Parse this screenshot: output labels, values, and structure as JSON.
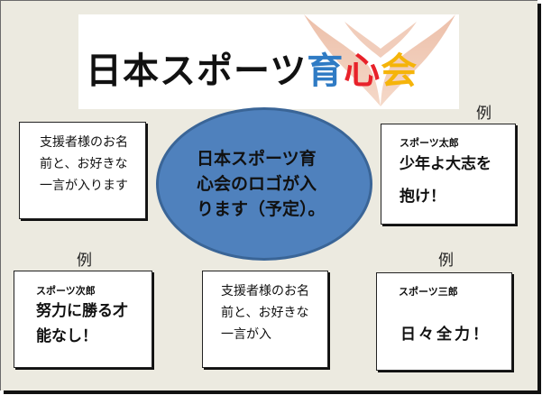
{
  "banner": {
    "title_black": "日本スポーツ",
    "title_blue": "育",
    "title_red": "心",
    "title_yellow": "会",
    "colors": {
      "blue": "#2f7bc4",
      "red": "#e8222a",
      "yellow": "#f5b40a"
    },
    "image": "heart-hands-image"
  },
  "center": {
    "shape": "ellipse",
    "fill": "#4f81bd",
    "text": "日本スポーツ育心会のロゴが入ります（予定）。"
  },
  "boxes": [
    {
      "position": "top-left",
      "text": "支援者様のお名前と、お好きな一言が入ります"
    },
    {
      "position": "top-right",
      "example_label": "例",
      "name": "スポーツ太郎",
      "motto_line1": "少年よ大志を",
      "motto_line2": "抱け！"
    },
    {
      "position": "bottom-left",
      "example_label": "例",
      "name": "スポーツ次郎",
      "motto_line1": "努力に勝る才",
      "motto_line2": "能なし！"
    },
    {
      "position": "bottom-center",
      "text": "支援者様のお名前と、お好きな一言が入"
    },
    {
      "position": "bottom-right",
      "example_label": "例",
      "name": "スポーツ三郎",
      "motto_line1": "日々全力！"
    }
  ]
}
